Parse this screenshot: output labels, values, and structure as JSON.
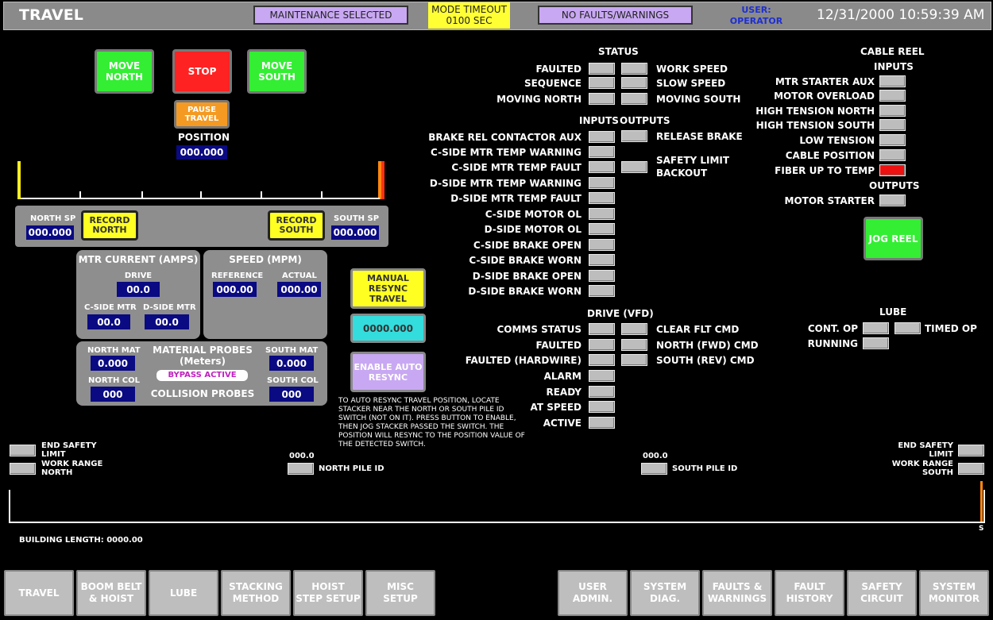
{
  "header": {
    "title": "TRAVEL",
    "maintenance": "MAINTENANCE SELECTED",
    "mode_timeout_label": "MODE TIMEOUT",
    "mode_timeout_value": "0100 SEC",
    "faults": "NO FAULTS/WARNINGS",
    "user_label": "USER:",
    "user_value": "OPERATOR",
    "datetime": "12/31/2000 10:59:39 AM"
  },
  "colors": {
    "background": "#000000",
    "panel": "#8e8e8e",
    "value_box": "#0a0a82",
    "go": "#33ee33",
    "stop": "#ff2222"
  },
  "travel_controls": {
    "move_north": "MOVE NORTH",
    "stop": "STOP",
    "move_south": "MOVE SOUTH",
    "pause_travel": "PAUSE TRAVEL",
    "position_label": "POSITION",
    "position_value": "000.000"
  },
  "setpoints": {
    "north_sp_label": "NORTH SP",
    "north_sp_value": "000.000",
    "record_north": "RECORD NORTH",
    "record_south": "RECORD SOUTH",
    "south_sp_label": "SOUTH SP",
    "south_sp_value": "000.000"
  },
  "motor_current": {
    "title": "MTR CURRENT (AMPS)",
    "drive_label": "DRIVE",
    "drive_value": "00.0",
    "c_side_label": "C-SIDE MTR",
    "c_side_value": "00.0",
    "d_side_label": "D-SIDE MTR",
    "d_side_value": "00.0"
  },
  "speed": {
    "title": "SPEED (MPM)",
    "reference_label": "REFERENCE",
    "reference_value": "000.00",
    "actual_label": "ACTUAL",
    "actual_value": "000.00"
  },
  "probes": {
    "north_mat_label": "NORTH MAT",
    "north_mat_value": "0.000",
    "title": "MATERIAL PROBES",
    "units": "(Meters)",
    "bypass": "BYPASS ACTIVE",
    "south_mat_label": "SOUTH MAT",
    "south_mat_value": "0.000",
    "north_col_label": "NORTH COL",
    "north_col_value": "000",
    "collision_label": "COLLISION PROBES",
    "south_col_label": "SOUTH COL",
    "south_col_value": "000"
  },
  "resync": {
    "manual": "MANUAL RESYNC TRAVEL",
    "value": "0000.000",
    "enable_auto": "ENABLE AUTO RESYNC",
    "instructions": "TO AUTO RESYNC TRAVEL POSITION, LOCATE STACKER NEAR THE NORTH OR SOUTH PILE ID SWITCH (NOT ON IT). PRESS BUTTON TO ENABLE, THEN JOG STACKER PASSED THE SWITCH. THE POSITION WILL RESYNC TO THE POSITION VALUE OF THE DETECTED SWITCH."
  },
  "status": {
    "title": "STATUS",
    "left": [
      "FAULTED",
      "SEQUENCE",
      "MOVING NORTH"
    ],
    "right": [
      "WORK SPEED",
      "SLOW SPEED",
      "MOVING SOUTH"
    ]
  },
  "io": {
    "inputs_label": "INPUTS",
    "outputs_label": "OUTPUTS",
    "inputs": [
      "BRAKE REL CONTACTOR AUX",
      "C-SIDE MTR TEMP WARNING",
      "C-SIDE MTR TEMP FAULT",
      "D-SIDE MTR TEMP WARNING",
      "D-SIDE MTR TEMP FAULT",
      "C-SIDE MOTOR OL",
      "D-SIDE MOTOR OL",
      "C-SIDE BRAKE OPEN",
      "C-SIDE BRAKE WORN",
      "D-SIDE BRAKE OPEN",
      "D-SIDE BRAKE WORN"
    ],
    "release_brake": "RELEASE BRAKE",
    "safety_limit_1": "SAFETY LIMIT",
    "safety_limit_2": "BACKOUT"
  },
  "drive": {
    "title": "DRIVE (VFD)",
    "left": [
      "COMMS STATUS",
      "FAULTED",
      "FAULTED (HARDWIRE)",
      "ALARM",
      "READY",
      "AT SPEED",
      "ACTIVE"
    ],
    "right": [
      "CLEAR FLT CMD",
      "NORTH (FWD) CMD",
      "SOUTH (REV) CMD"
    ]
  },
  "cable_reel": {
    "title": "CABLE REEL",
    "inputs_label": "INPUTS",
    "inputs": [
      "MTR STARTER AUX",
      "MOTOR OVERLOAD",
      "HIGH TENSION NORTH",
      "HIGH TENSION SOUTH",
      "LOW TENSION",
      "CABLE POSITION",
      "FIBER UP TO TEMP"
    ],
    "outputs_label": "OUTPUTS",
    "motor_starter": "MOTOR STARTER",
    "jog_reel": "JOG REEL"
  },
  "lube": {
    "title": "LUBE",
    "cont_op": "CONT. OP",
    "timed_op": "TIMED OP",
    "running": "RUNNING"
  },
  "track": {
    "end_safety_n_1": "END SAFETY",
    "end_safety_n_2": "LIMIT",
    "work_range_n_1": "WORK RANGE",
    "work_range_n_2": "NORTH",
    "north_pile_value": "000.0",
    "north_pile_label": "NORTH PILE ID",
    "south_pile_value": "000.0",
    "south_pile_label": "SOUTH PILE ID",
    "end_safety_s_1": "END SAFETY",
    "end_safety_s_2": "LIMIT",
    "work_range_s_1": "WORK RANGE",
    "work_range_s_2": "SOUTH",
    "end_marker": "S",
    "building_length": "BUILDING LENGTH: 0000.00"
  },
  "nav": [
    {
      "line1": "TRAVEL",
      "line2": ""
    },
    {
      "line1": "BOOM BELT",
      "line2": "& HOIST"
    },
    {
      "line1": "LUBE",
      "line2": ""
    },
    {
      "line1": "STACKING",
      "line2": "METHOD"
    },
    {
      "line1": "HOIST",
      "line2": "STEP SETUP"
    },
    {
      "line1": "MISC",
      "line2": "SETUP"
    },
    {
      "line1": "USER",
      "line2": "ADMIN."
    },
    {
      "line1": "SYSTEM",
      "line2": "DIAG."
    },
    {
      "line1": "FAULTS &",
      "line2": "WARNINGS"
    },
    {
      "line1": "FAULT",
      "line2": "HISTORY"
    },
    {
      "line1": "SAFETY",
      "line2": "CIRCUIT"
    },
    {
      "line1": "SYSTEM",
      "line2": "MONITOR"
    }
  ]
}
